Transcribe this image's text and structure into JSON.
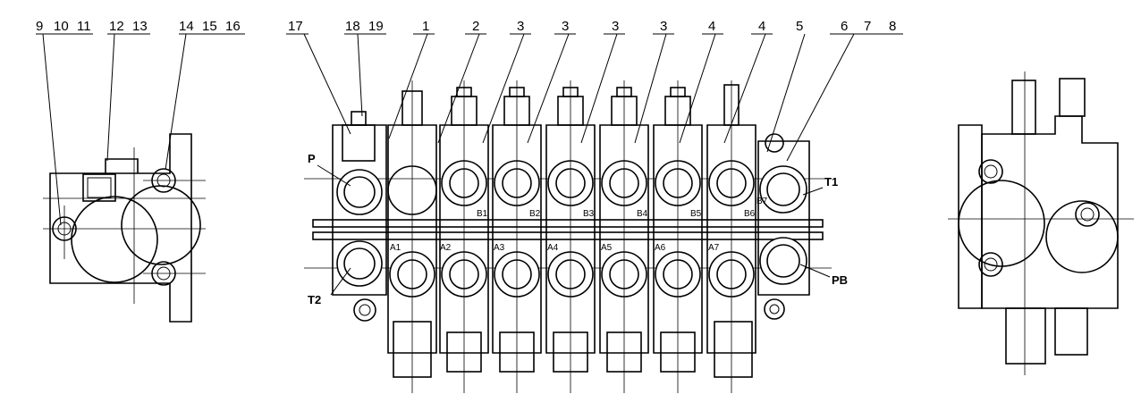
{
  "callouts": [
    "9",
    "10",
    "11",
    "12",
    "13",
    "14",
    "15",
    "16",
    "17",
    "18",
    "19",
    "1",
    "2",
    "3",
    "3",
    "3",
    "3",
    "4",
    "4",
    "5",
    "6",
    "7",
    "8"
  ],
  "ports": {
    "p": "P",
    "t1": "T1",
    "t2": "T2",
    "pb": "PB",
    "b": [
      "B1",
      "B2",
      "B3",
      "B4",
      "B5",
      "B6",
      "B7"
    ],
    "a": [
      "A1",
      "A2",
      "A3",
      "A4",
      "A5",
      "A6",
      "A7"
    ]
  }
}
